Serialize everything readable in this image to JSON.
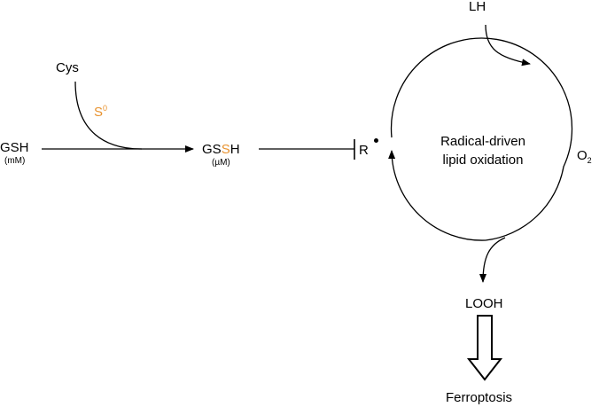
{
  "nodes": {
    "gsh": "GSH",
    "gsh_conc": "(mM)",
    "cys": "Cys",
    "s0_base": "S",
    "s0_sup": "0",
    "gssh_prefix": "GS",
    "gssh_s": "S",
    "gssh_suffix": "H",
    "gssh_conc": "(µM)",
    "radical": "R",
    "lh": "LH",
    "o2_base": "O",
    "o2_sub": "2",
    "looh": "LOOH",
    "ferroptosis": "Ferroptosis"
  },
  "cycle": {
    "line1": "Radical-driven",
    "line2": "lipid oxidation"
  },
  "colors": {
    "sulfur_highlight": "#e8922e",
    "stroke": "#000000"
  }
}
